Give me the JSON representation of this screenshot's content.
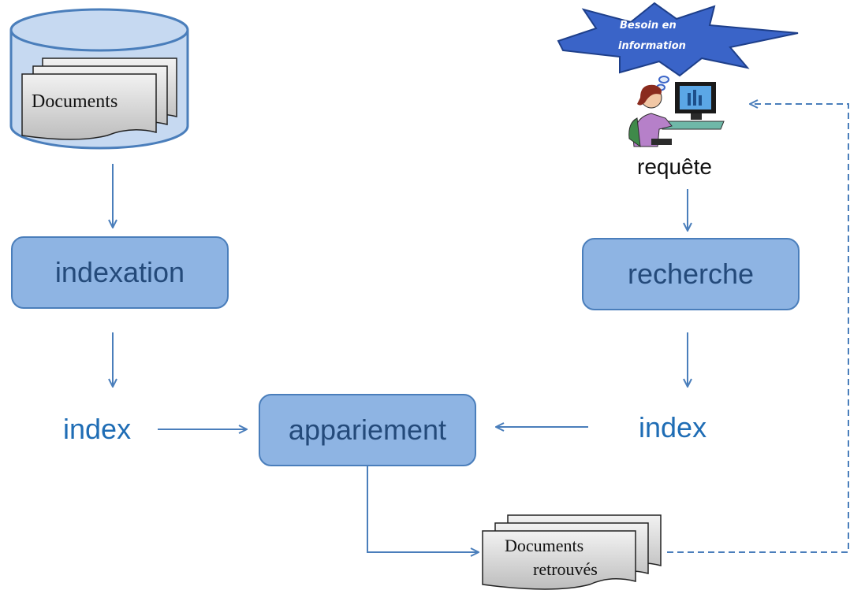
{
  "database": {
    "label": "Documents"
  },
  "thought_bubble": {
    "line1": "Besoin en",
    "line2": "information"
  },
  "user": {
    "query_label": "requête"
  },
  "boxes": {
    "indexation": "indexation",
    "recherche": "recherche",
    "appariement": "appariement"
  },
  "index_left": "index",
  "index_right": "index",
  "results": {
    "line1": "Documents",
    "line2": "retrouvés"
  },
  "colors": {
    "box_fill": "#8eb4e3",
    "box_border": "#4a7ebb",
    "arrow": "#4a7ebb",
    "index_text": "#1f6db5",
    "cylinder": "#c6d9f1",
    "bubble": "#3a64c8"
  },
  "icons": [
    "database-icon",
    "thought-bubble-icon",
    "user-computer-icon",
    "documents-stack-icon"
  ]
}
